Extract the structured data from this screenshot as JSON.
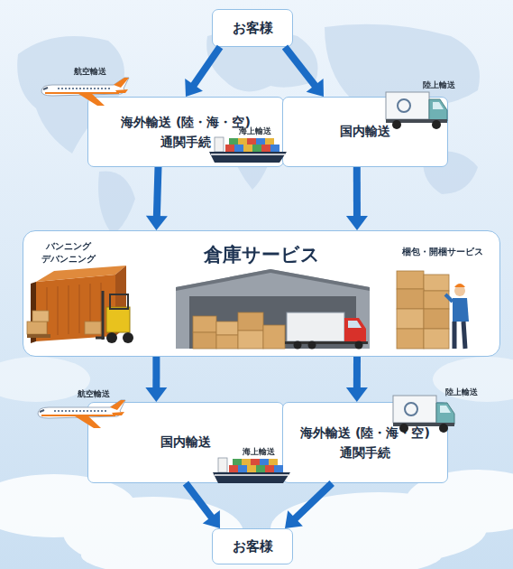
{
  "diagram": {
    "nodes": [
      {
        "text": [
          "お客様"
        ]
      },
      {
        "text": [
          "海外輸送 (陸・海・空) 通関手続"
        ]
      },
      {
        "text": [
          "国内輸送"
        ]
      },
      {
        "text": [
          "倉庫サービス",
          "バンニング デバンニング",
          "梱包・開梱サービス"
        ]
      },
      {
        "text": [
          "国内輸送"
        ]
      },
      {
        "text": [
          "海外輸送 (陸・海・空) 通関手続"
        ]
      },
      {
        "text": [
          "お客様"
        ]
      }
    ],
    "edges": [
      {
        "from": 0,
        "to": 1,
        "arrow": "to"
      },
      {
        "from": 0,
        "to": 2,
        "arrow": "to"
      },
      {
        "from": 1,
        "to": 3,
        "arrow": "to"
      },
      {
        "from": 2,
        "to": 3,
        "arrow": "to"
      },
      {
        "from": 3,
        "to": 4,
        "arrow": "to"
      },
      {
        "from": 3,
        "to": 5,
        "arrow": "to"
      },
      {
        "from": 4,
        "to": 6,
        "arrow": "to"
      },
      {
        "from": 5,
        "to": 6,
        "arrow": "to"
      }
    ],
    "labels": [
      "航空輸送",
      "陸上輸送",
      "海上輸送",
      "航空輸送",
      "陸上輸送",
      "海上輸送"
    ]
  }
}
